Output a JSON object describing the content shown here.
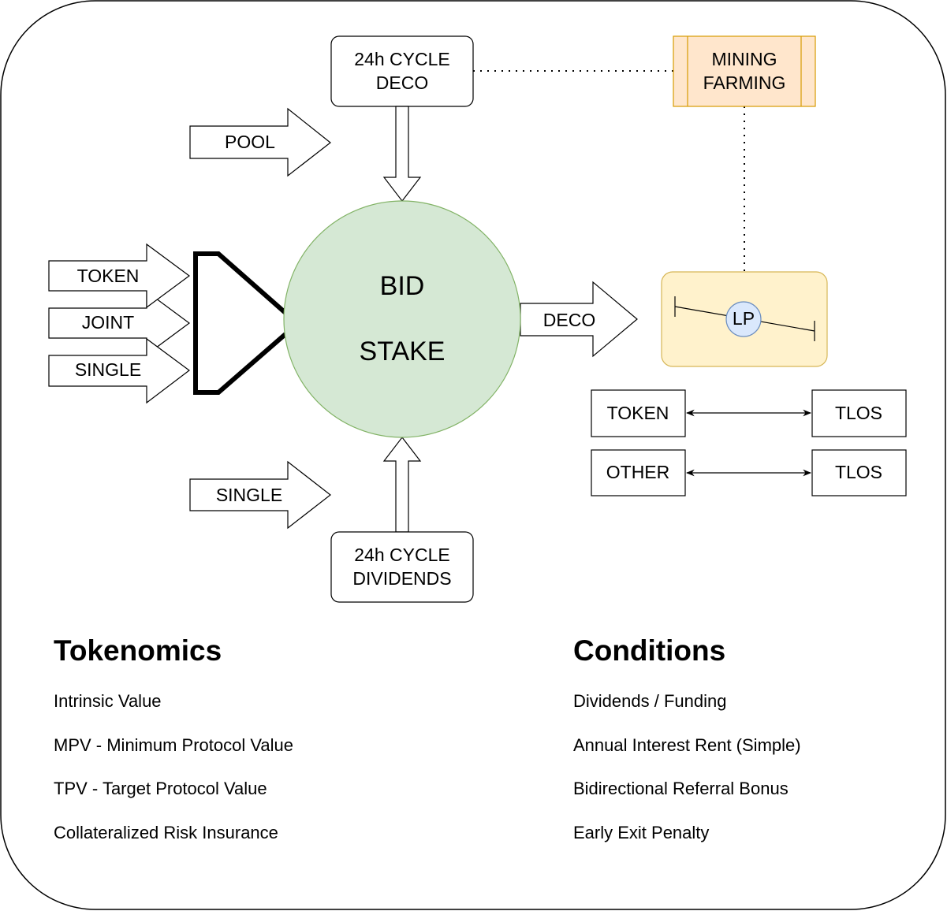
{
  "colors": {
    "stake_fill": "#d5e8d4",
    "stake_stroke": "#82b366",
    "mining_fill": "#ffe6cc",
    "mining_stroke": "#d79b00",
    "lp_group_fill": "#fff2cc",
    "lp_group_stroke": "#d6b656",
    "lp_circle_fill": "#dae8fc",
    "lp_circle_stroke": "#6c8ebf"
  },
  "nodes": {
    "cycle_deco": [
      "24h CYCLE",
      "DECO"
    ],
    "cycle_dividends": [
      "24h CYCLE",
      "DIVIDENDS"
    ],
    "mining": [
      "MINING",
      "FARMING"
    ],
    "stake": [
      "BID",
      "STAKE"
    ],
    "lp": "LP"
  },
  "arrows": {
    "pool": "POOL",
    "token": "TOKEN",
    "joint": "JOINT",
    "single_left": "SINGLE",
    "single_bottom": "SINGLE",
    "deco": "DECO"
  },
  "pairs": [
    {
      "left": "TOKEN",
      "right": "TLOS"
    },
    {
      "left": "OTHER",
      "right": "TLOS"
    }
  ],
  "tokenomics": {
    "title": "Tokenomics",
    "items": [
      "Intrinsic Value",
      "MPV - Minimum Protocol Value",
      "TPV - Target Protocol Value",
      "Collateralized Risk Insurance"
    ]
  },
  "conditions": {
    "title": "Conditions",
    "items": [
      "Dividends / Funding",
      "Annual Interest Rent (Simple)",
      "Bidirectional Referral Bonus",
      "Early Exit Penalty"
    ]
  }
}
